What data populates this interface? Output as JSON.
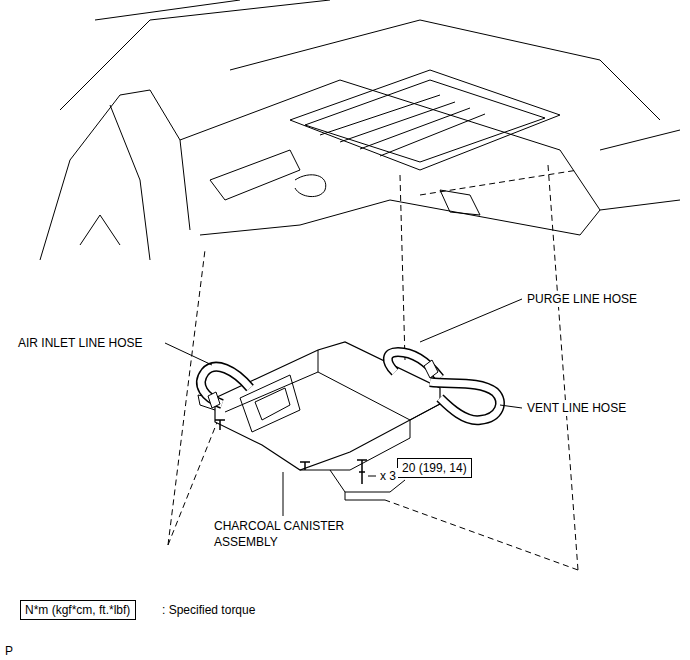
{
  "diagram": {
    "nodes": [
      {
        "text": [
          "20 (199, 14)"
        ]
      },
      {
        "text": [
          "N*m (kgf*cm, ft.*lbf)"
        ]
      }
    ],
    "labels": [
      "PURGE LINE HOSE",
      "AIR INLET LINE HOSE",
      "VENT LINE HOSE",
      "x 3",
      "CHARCOAL CANISTER ASSEMBLY",
      ": Specified torque",
      "P"
    ]
  }
}
